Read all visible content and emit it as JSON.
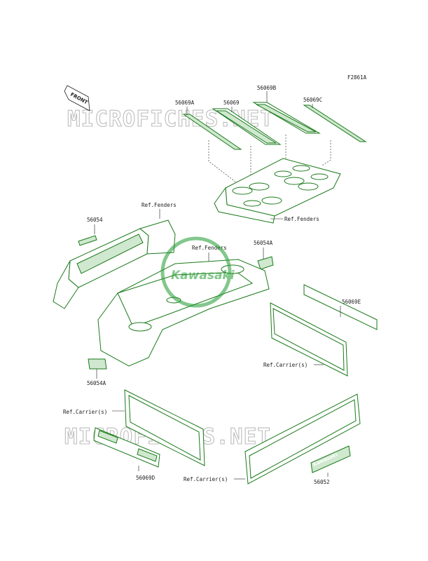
{
  "figure_code": "F2861A",
  "front_arrow_text": "FRONT",
  "watermark_text": "MICROFICHES.NET",
  "logo_text": "Kawasaki",
  "decal_text": "Kawasaki",
  "labels": {
    "p56069A": "56069A",
    "p56069": "56069",
    "p56069B": "56069B",
    "p56069C": "56069C",
    "ref_fenders_rear": "Ref.Fenders",
    "ref_fenders_top": "Ref.Fenders",
    "p56054": "56054",
    "ref_fenders_mid": "Ref.Fenders",
    "p56054A_right": "56054A",
    "p56069E": "56069E",
    "ref_carrier_right": "Ref.Carrier(s)",
    "p56054A_left": "56054A",
    "ref_carrier_left": "Ref.Carrier(s)",
    "p56069D": "56069D",
    "ref_carrier_bottom": "Ref.Carrier(s)",
    "p56052": "56052"
  },
  "colors": {
    "part_line": "#1a7a1a",
    "part_fill": "#cfe8cf",
    "label": "#1a1a1a",
    "watermark": "#bdbdbd"
  }
}
